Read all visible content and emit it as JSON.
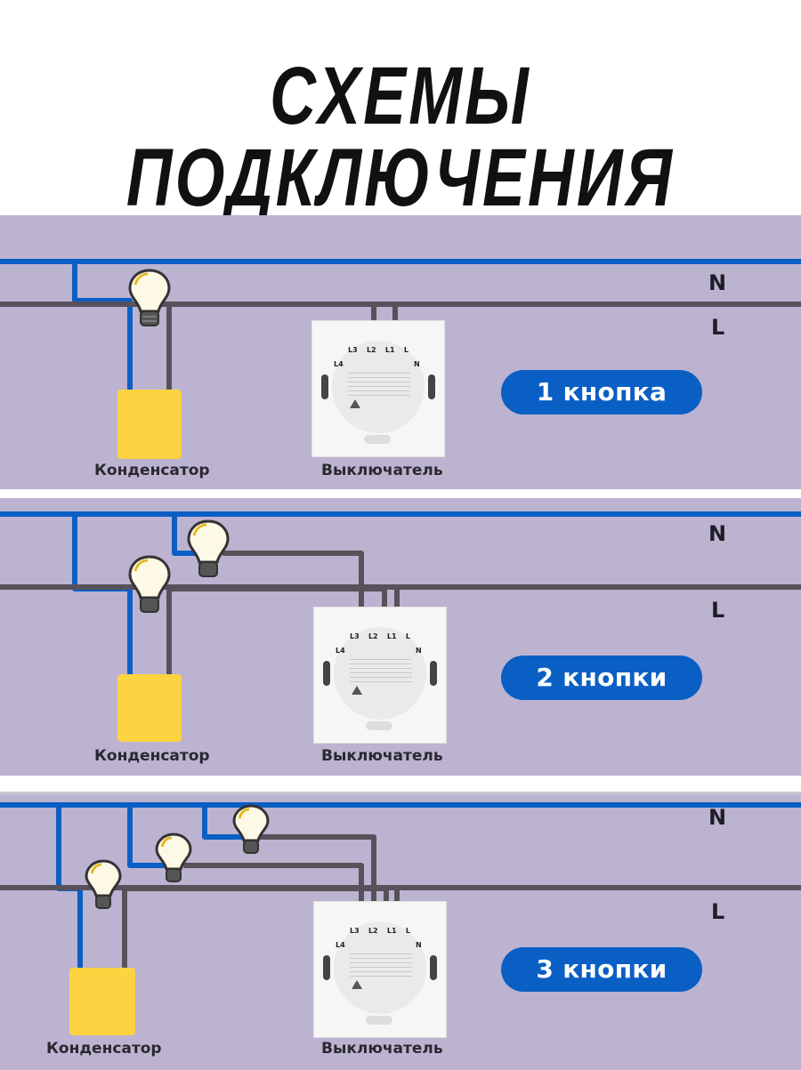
{
  "title": "СХЕМЫ ПОДКЛЮЧЕНИЯ",
  "colors": {
    "panel_bg": "#bcb3d1",
    "neutral_wire": "#0a5fc4",
    "live_wire": "#57525a",
    "capacitor": "#fcd340",
    "badge": "#0a5fc4",
    "bulb": "#fdf9e6"
  },
  "panels": [
    {
      "badge": "1 кнопка",
      "neutral_label": "N",
      "live_label": "L",
      "capacitor_label": "Конденсатор",
      "switch_label": "Выключатель",
      "bulb_count": 1,
      "switch_terminals": [
        "L3",
        "L2",
        "L1",
        "L"
      ],
      "switch_side_labels": [
        "L4",
        "N"
      ]
    },
    {
      "badge": "2 кнопки",
      "neutral_label": "N",
      "live_label": "L",
      "capacitor_label": "Конденсатор",
      "switch_label": "Выключатель",
      "bulb_count": 2,
      "switch_terminals": [
        "L3",
        "L2",
        "L1",
        "L"
      ],
      "switch_side_labels": [
        "L4",
        "N"
      ]
    },
    {
      "badge": "3 кнопки",
      "neutral_label": "N",
      "live_label": "L",
      "capacitor_label": "Конденсатор",
      "switch_label": "Выключатель",
      "bulb_count": 3,
      "switch_terminals": [
        "L3",
        "L2",
        "L1",
        "L"
      ],
      "switch_side_labels": [
        "L4",
        "N"
      ]
    }
  ]
}
